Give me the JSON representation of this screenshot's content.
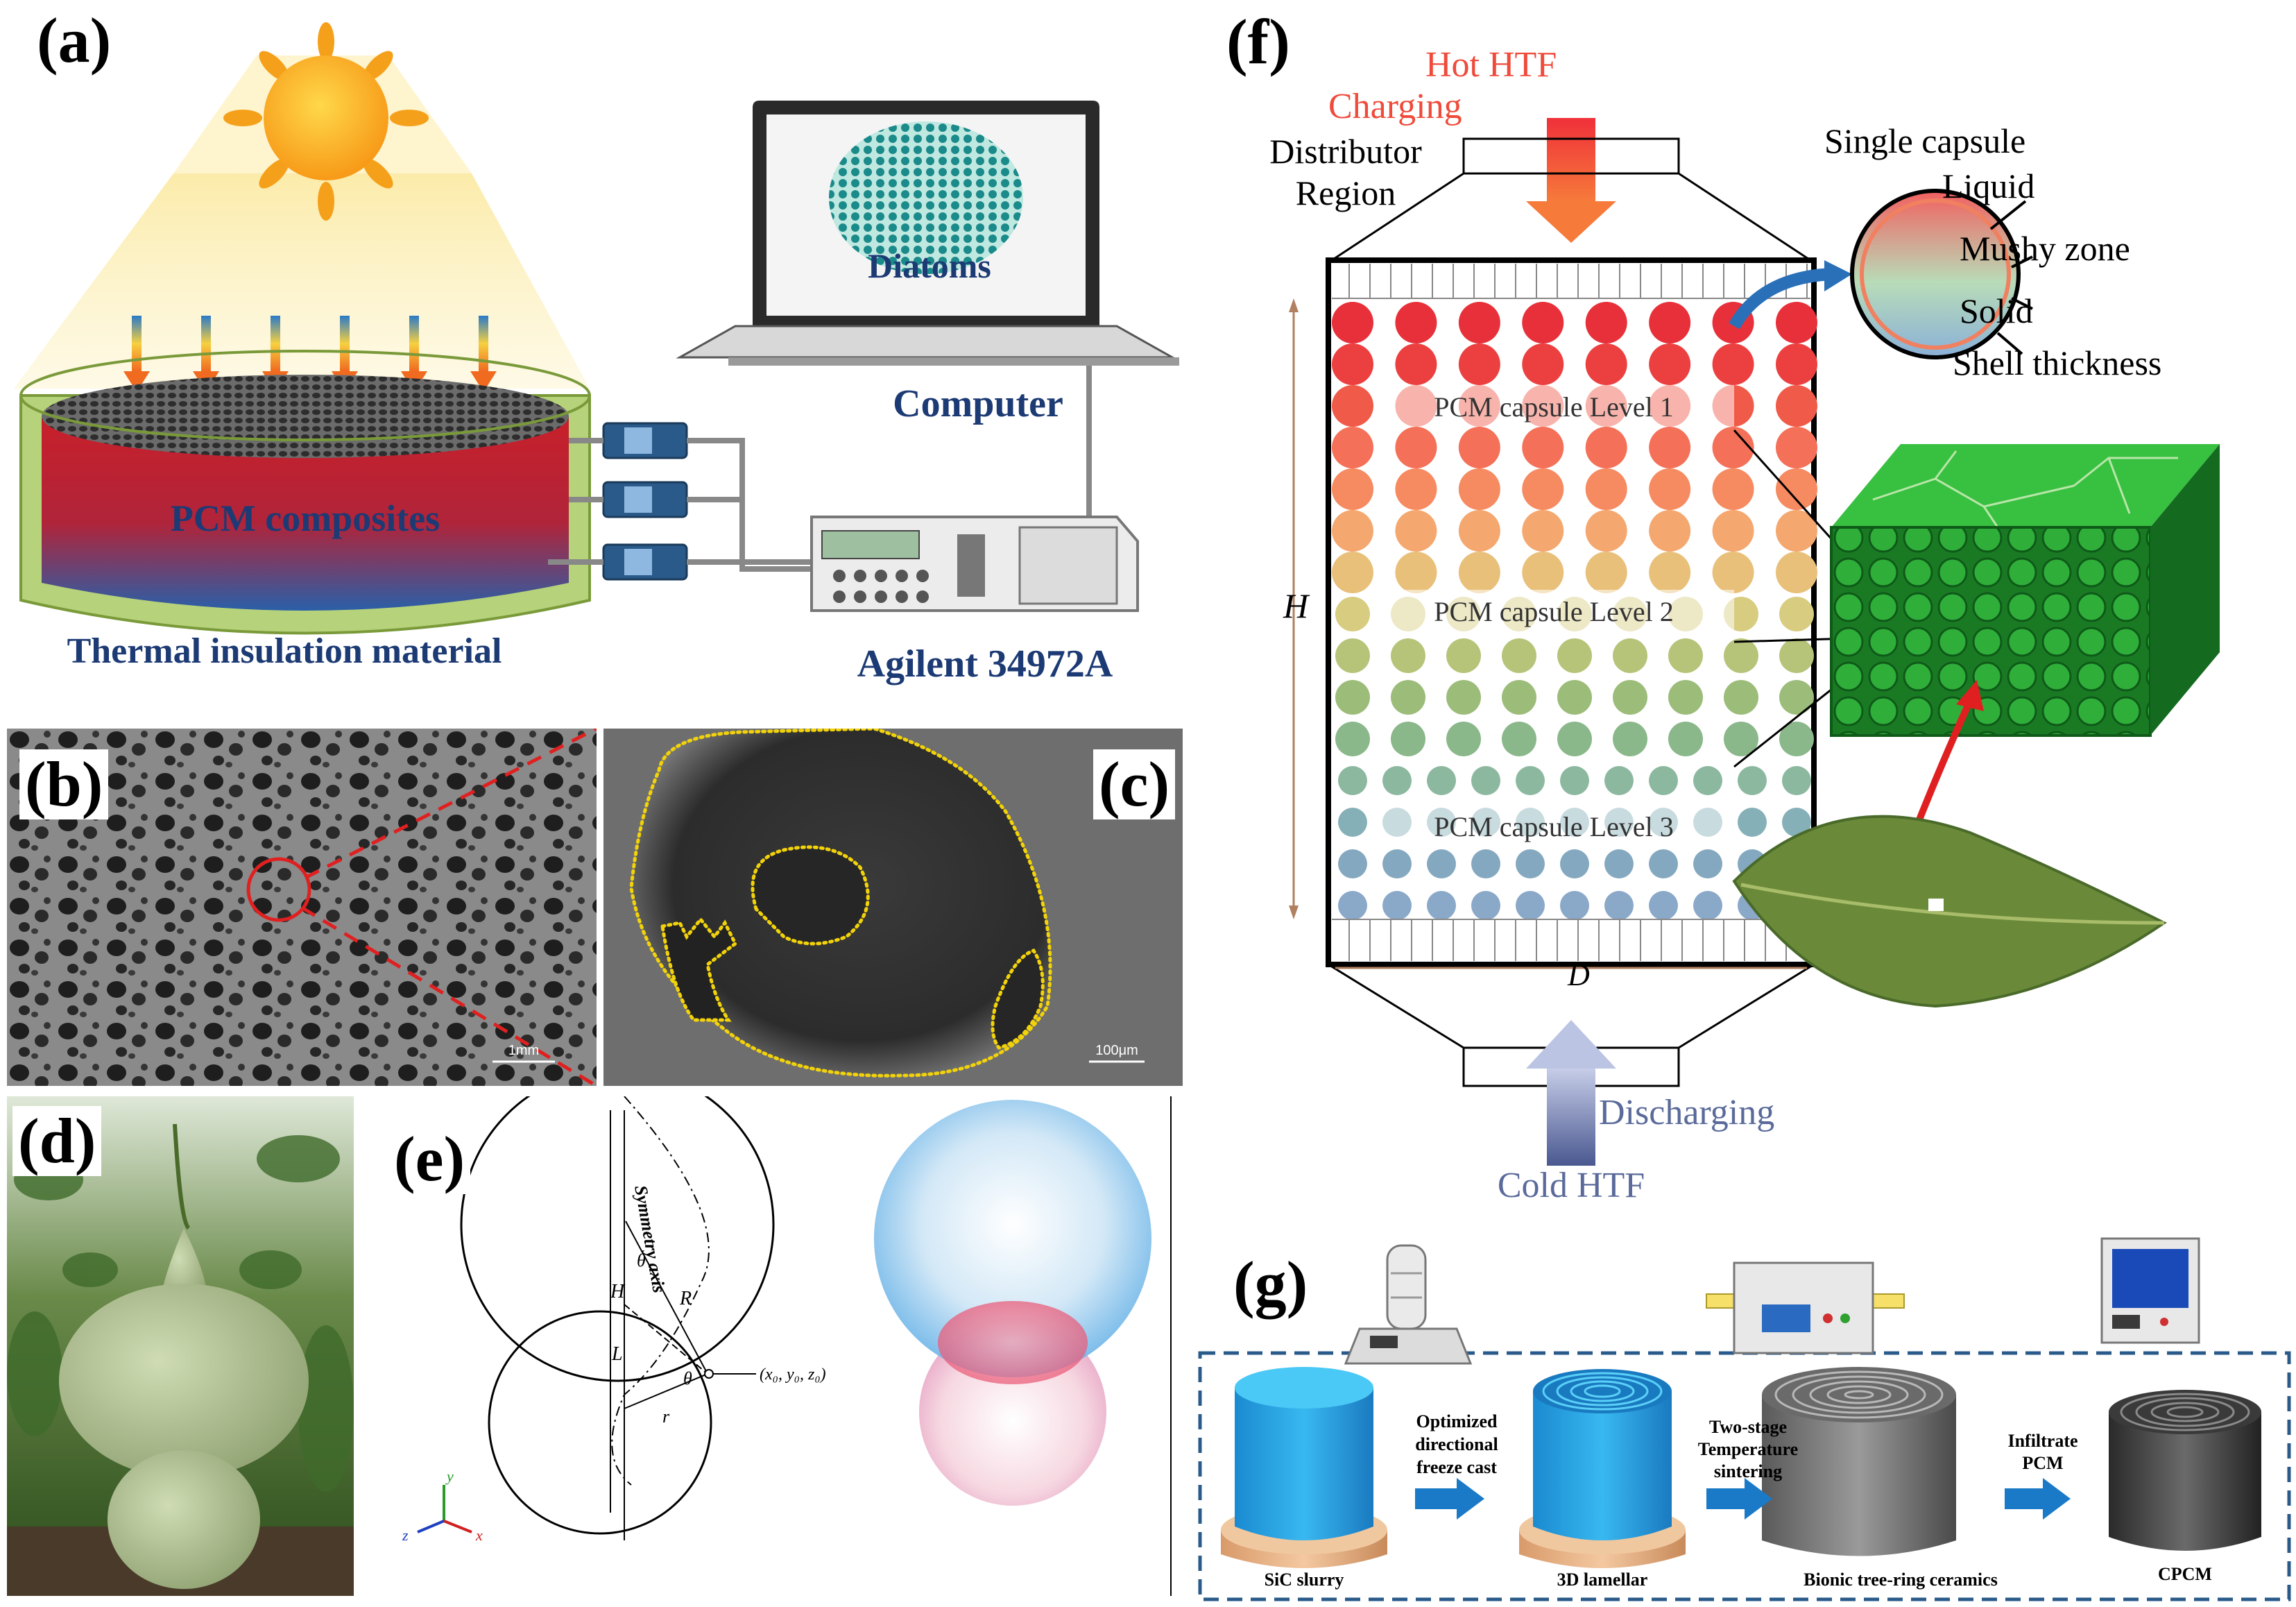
{
  "panels": {
    "a": {
      "label": "(a)",
      "pcm": "PCM composites",
      "insulation": "Thermal insulation material",
      "screen": "Diatoms",
      "computer": "Computer",
      "agilent": "Agilent 34972A"
    },
    "b": {
      "label": "(b)",
      "scale": "1mm"
    },
    "c": {
      "label": "(c)",
      "scale": "100μm"
    },
    "d": {
      "label": "(d)"
    },
    "e": {
      "label": "(e)",
      "symmetry": "Symmetry axis",
      "H": "H",
      "L": "L",
      "R": "R",
      "r": "r",
      "theta": "θ",
      "theta0": "θ",
      "point": "(x₀, y₀, z₀)",
      "ax_y": "y",
      "ax_x": "x",
      "ax_z": "z"
    },
    "f": {
      "label": "(f)",
      "hot": "Hot HTF",
      "charging": "Charging",
      "distributor1": "Distributor",
      "distributor2": "Region",
      "single": "Single capsule",
      "liquid": "Liquid",
      "mushy": "Mushy zone",
      "solid": "Solid",
      "shell": "Shell thickness",
      "level1": "PCM capsule Level 1",
      "level2": "PCM capsule Level 2",
      "level3": "PCM capsule Level 3",
      "H": "H",
      "D": "D",
      "discharging": "Discharging",
      "cold": "Cold HTF"
    },
    "g": {
      "label": "(g)",
      "slurry": "SiC slurry",
      "step1a": "Optimized",
      "step1b": "directional",
      "step1c": "freeze cast",
      "lamellar": "3D lamellar",
      "step2a": "Two-stage",
      "step2b": "Temperature",
      "step2c": "sintering",
      "bionic": "Bionic tree-ring ceramics",
      "step3a": "Infiltrate",
      "step3b": "PCM",
      "cpcm": "CPCM"
    }
  },
  "colors": {
    "navy": "#1c3a74",
    "hot": "#f04a3a",
    "cold": "#5a6a9a",
    "dashblue": "#2a5a8a",
    "yellow_outline": "#f2d20a",
    "green_cube": "#1f9a2e"
  }
}
